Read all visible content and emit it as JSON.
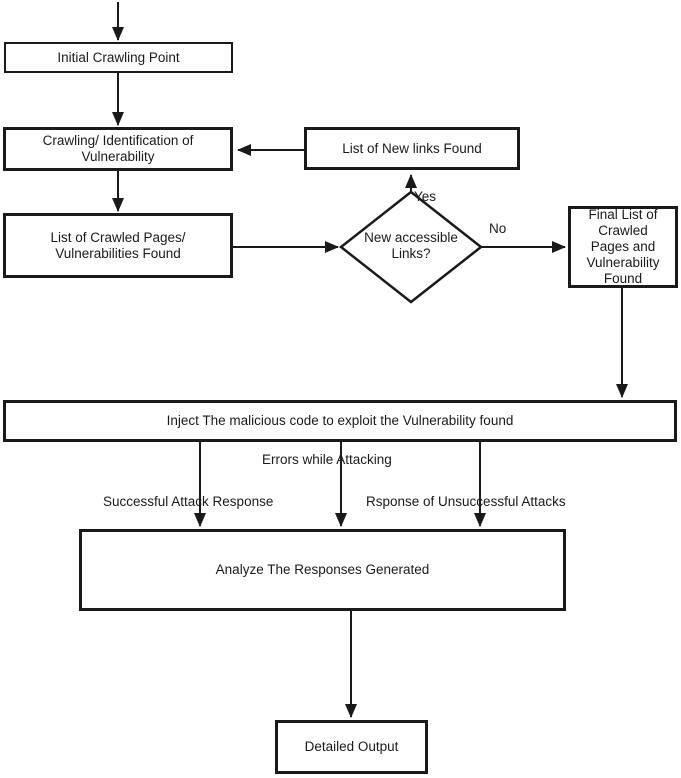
{
  "diagram": {
    "title": "Vulnerability crawling and exploitation flowchart",
    "colors": {
      "background": "#ffffff",
      "line": "#1a1a1a",
      "node_fill": "#ffffff"
    },
    "nodes": {
      "initial_crawling_point": {
        "label": "Initial Crawling Point",
        "shape": "rect"
      },
      "crawling_identification": {
        "label": "Crawling/ Identification of Vulnerability",
        "shape": "rect"
      },
      "list_new_links": {
        "label": "List of New links Found",
        "shape": "rect"
      },
      "list_crawled_pages": {
        "label": "List of Crawled Pages/ Vulnerabilities Found",
        "shape": "rect"
      },
      "new_accessible_links": {
        "label": "New accessible Links?",
        "shape": "diamond"
      },
      "final_list": {
        "label": "Final List of Crawled Pages and Vulnerability Found",
        "shape": "rect"
      },
      "inject_code": {
        "label": "Inject The malicious code to exploit the Vulnerability found",
        "shape": "rect"
      },
      "analyze_responses": {
        "label": "Analyze The Responses Generated",
        "shape": "rect"
      },
      "detailed_output": {
        "label": "Detailed Output",
        "shape": "rect"
      }
    },
    "edge_labels": {
      "yes": "Yes",
      "no": "No",
      "errors_while_attacking": "Errors while Attacking",
      "successful_attack_response": "Successful Attack Response",
      "response_unsuccessful_attacks": "Rsponse of Unsuccessful Attacks"
    }
  }
}
